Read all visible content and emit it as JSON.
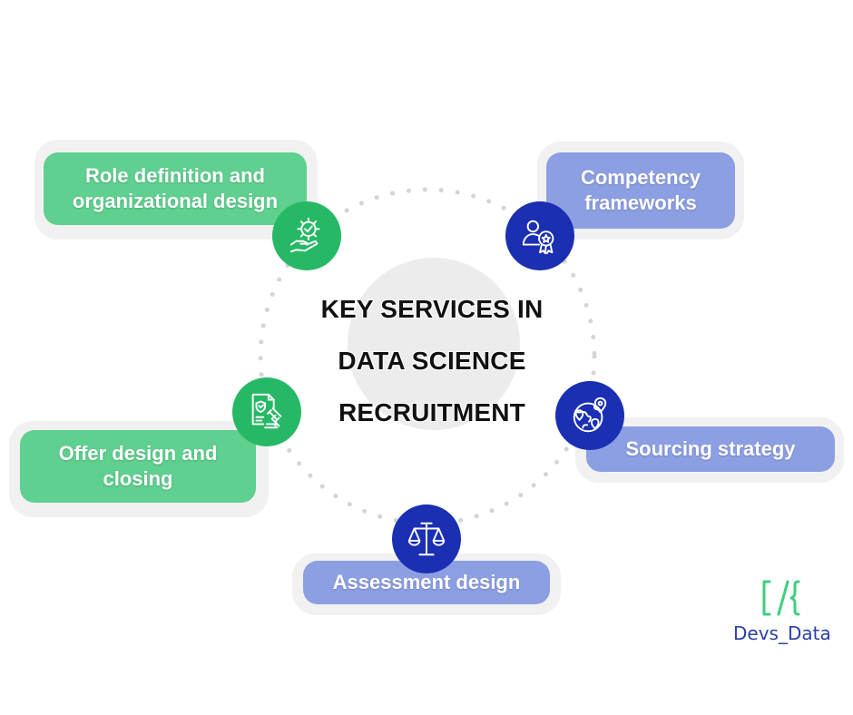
{
  "center": {
    "line1": "KEY SERVICES IN",
    "line2": "DATA SCIENCE",
    "line3": "RECRUITMENT"
  },
  "services": {
    "role": {
      "line1": "Role definition and",
      "line2": "organizational design",
      "icon": "gear-hand-icon"
    },
    "competency": {
      "line1": "Competency",
      "line2": "frameworks",
      "icon": "person-award-icon"
    },
    "sourcing": {
      "label": "Sourcing strategy",
      "icon": "globe-location-icon"
    },
    "assessment": {
      "label": "Assessment design",
      "icon": "balance-scale-icon"
    },
    "offer": {
      "line1": "Offer design and",
      "line2": "closing",
      "icon": "contract-gavel-icon"
    }
  },
  "logo": {
    "text": "Devs_Data",
    "mark": "[/}"
  },
  "colors": {
    "green_pill": "#5fd08f",
    "blue_pill": "#8d9fe3",
    "green_icon": "#27b865",
    "blue_icon": "#1b2fb3",
    "halo": "#f1f1f1",
    "center_disc": "#ececec",
    "logo_text": "#2b3fa8",
    "logo_mark": "#3ccf7c"
  }
}
